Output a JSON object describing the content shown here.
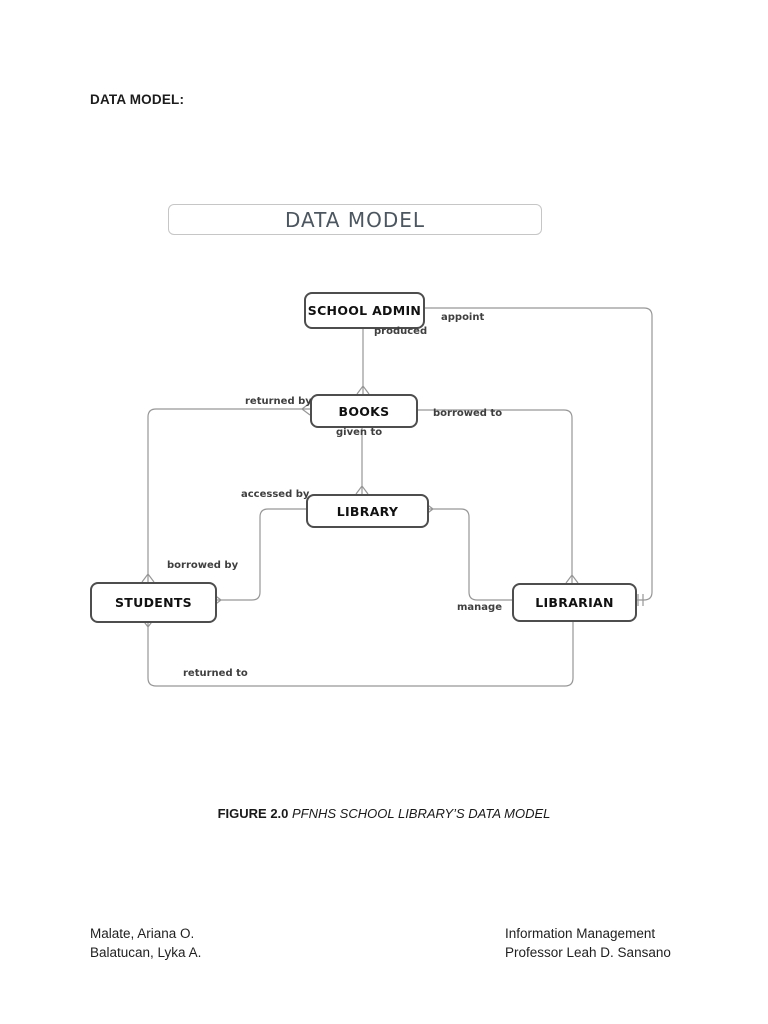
{
  "page": {
    "heading": "DATA MODEL:",
    "title_box_text": "DATA MODEL",
    "caption": {
      "figure_label": "FIGURE 2.0",
      "figure_title": "PFNHS SCHOOL LIBRARY’S DATA MODEL"
    },
    "footer": {
      "left_line1": "Malate, Ariana O.",
      "left_line2": "Balatucan, Lyka A.",
      "right_line1": "Information Management",
      "right_line2": "Professor Leah D. Sansano"
    }
  },
  "diagram": {
    "type": "entity-relationship",
    "entities": [
      {
        "id": "school-admin",
        "label": "SCHOOL ADMIN"
      },
      {
        "id": "books",
        "label": "BOOKS"
      },
      {
        "id": "library",
        "label": "LIBRARY"
      },
      {
        "id": "students",
        "label": "STUDENTS"
      },
      {
        "id": "librarian",
        "label": "LIBRARIAN"
      }
    ],
    "relationships": [
      {
        "label": "appoint",
        "between": [
          "SCHOOL ADMIN",
          "LIBRARIAN"
        ],
        "notation_at_target": "one (double bar)"
      },
      {
        "label": "produced",
        "between": [
          "SCHOOL ADMIN",
          "BOOKS"
        ],
        "notation_at_target": "many (crow's foot)"
      },
      {
        "label": "returned by",
        "between": [
          "BOOKS",
          "STUDENTS"
        ],
        "notation_at_target": "many (crow's foot both ends)"
      },
      {
        "label": "borrowed to",
        "between": [
          "BOOKS",
          "LIBRARIAN"
        ],
        "notation_at_target": "many (crow's foot)"
      },
      {
        "label": "given to",
        "between": [
          "BOOKS",
          "LIBRARY"
        ],
        "notation_at_target": "many (crow's foot)"
      },
      {
        "label": "accessed by",
        "between": [
          "LIBRARY",
          "STUDENTS"
        ],
        "notation_at_target": "many (crow's foot)"
      },
      {
        "label": "borrowed by",
        "between": [
          "STUDENTS",
          "LIBRARY"
        ],
        "notation_at_target": "many (crow's foot)"
      },
      {
        "label": "manage",
        "between": [
          "LIBRARIAN",
          "LIBRARY"
        ],
        "notation_at_target": "many (crow's foot)"
      },
      {
        "label": "returned to",
        "between": [
          "STUDENTS",
          "LIBRARIAN"
        ],
        "notation_at_target": "many (crow's foot)"
      }
    ],
    "colors": {
      "connector_line": "#979797",
      "entity_border": "#4d4d4d",
      "entity_text": "#111111",
      "label_text": "#3f3f3f",
      "title_border": "#c6c6c6",
      "title_text": "#4d565e"
    }
  }
}
